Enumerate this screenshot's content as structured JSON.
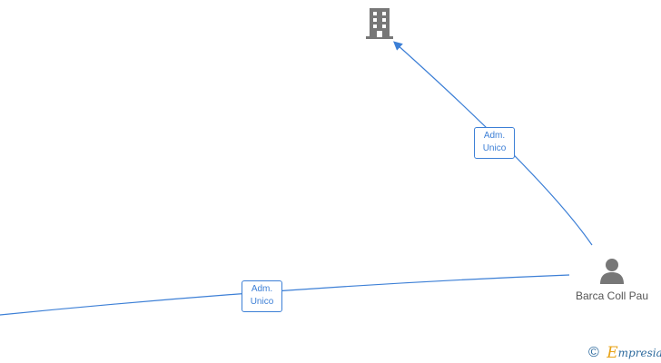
{
  "diagram": {
    "nodes": {
      "company": {
        "icon": "building-icon",
        "color": "#777777"
      },
      "person": {
        "icon": "person-icon",
        "name": "Barca Coll Pau",
        "color": "#777777"
      }
    },
    "edges": [
      {
        "label_line1": "Adm.",
        "label_line2": "Unico",
        "from": "person",
        "to": "company",
        "color": "#3c7fd6"
      },
      {
        "label_line1": "Adm.",
        "label_line2": "Unico",
        "from": "offscreen-left",
        "to": "person",
        "color": "#3c7fd6"
      }
    ]
  },
  "branding": {
    "copyright_symbol": "©",
    "initial": "E",
    "name": "mpresia",
    "colors": {
      "initial": "#e8a317",
      "text": "#2e6b9e"
    }
  }
}
